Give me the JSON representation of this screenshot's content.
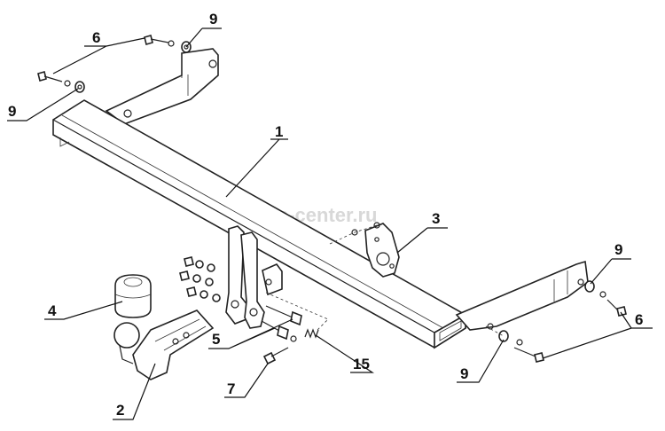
{
  "watermark": "farkop-center.ru",
  "labels": {
    "l1": "1",
    "l2": "2",
    "l3": "3",
    "l4": "4",
    "l5": "5",
    "l6_top": "6",
    "l6_right": "6",
    "l7": "7",
    "l9_top": "9",
    "l9_left": "9",
    "l9_right": "9",
    "l9_bottom": "9",
    "l15": "15"
  }
}
